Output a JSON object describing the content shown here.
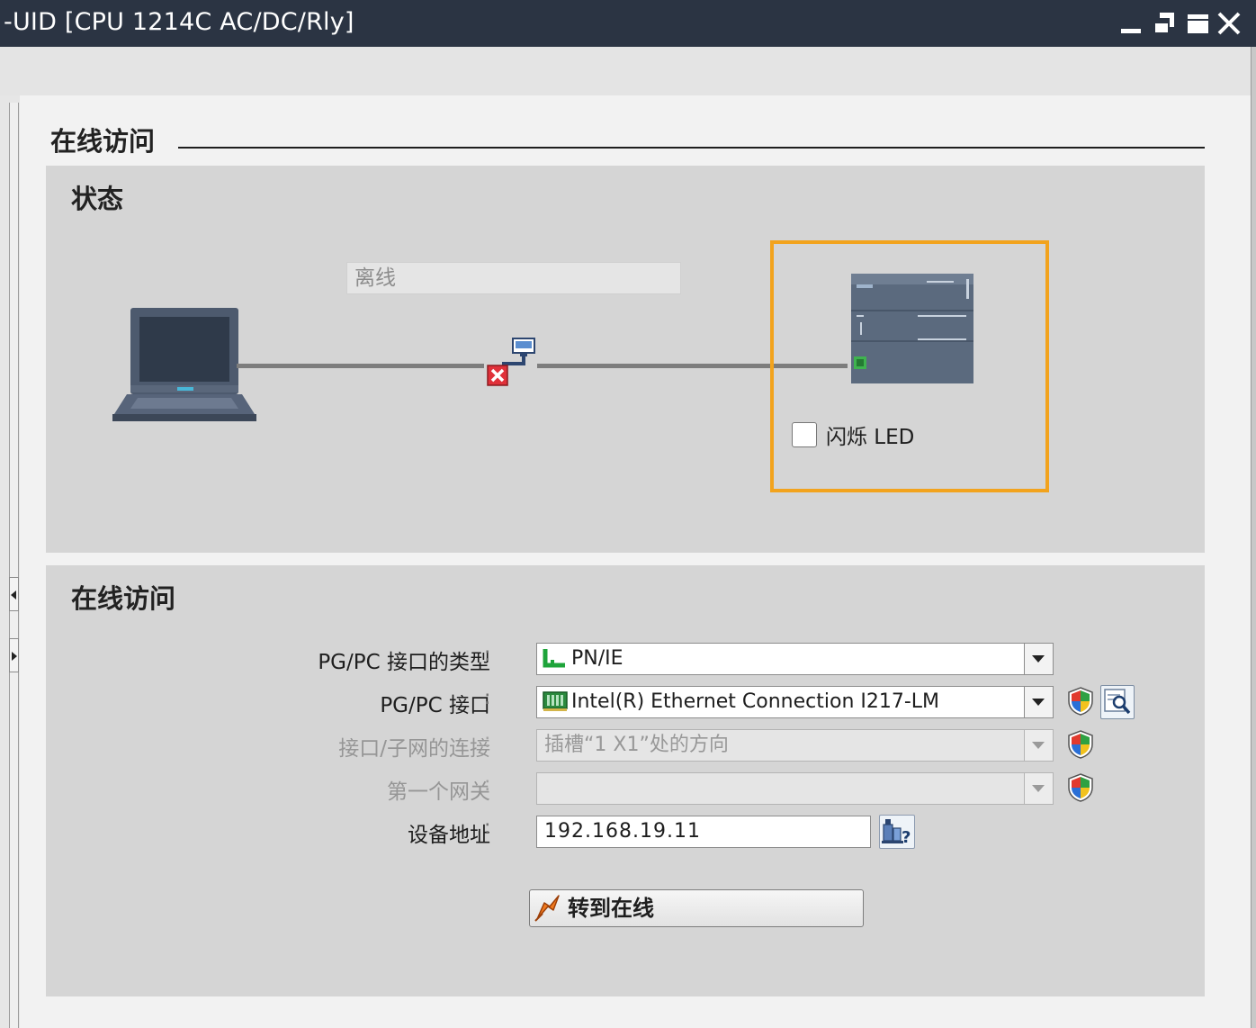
{
  "window": {
    "title": "-UID [CPU 1214C AC/DC/Rly]"
  },
  "section": {
    "title": "在线访问"
  },
  "status_panel": {
    "title": "状态",
    "connection_state": "离线",
    "flash_led": {
      "label": "闪烁 LED",
      "checked": false
    }
  },
  "access_panel": {
    "title": "在线访问",
    "fields": {
      "interface_type": {
        "label": "PG/PC 接口的类型",
        "value": "PN/IE",
        "enabled": true
      },
      "interface": {
        "label": "PG/PC 接口",
        "value": "Intel(R) Ethernet Connection I217-LM",
        "enabled": true
      },
      "subnet_connection": {
        "label": "接口/子网的连接",
        "value": "插槽“1 X1”处的方向",
        "enabled": false
      },
      "first_gateway": {
        "label": "第一个网关",
        "value": "",
        "enabled": false
      },
      "device_address": {
        "label": "设备地址",
        "value": "192.168.19.11"
      }
    },
    "colon": ":",
    "go_online_label": "转到在线"
  },
  "icons": {
    "window_minimize": "minimize-icon",
    "window_restore": "restore-icon",
    "window_maximize": "maximize-icon",
    "window_close": "close-icon",
    "pg_pc": "laptop-icon",
    "network_error": "network-disconnected-icon",
    "plc": "plc-cpu-icon",
    "pnie": "pn-ie-icon",
    "nic": "network-card-icon",
    "shield": "security-shield-icon",
    "search": "search-device-icon",
    "address_help": "network-address-help-icon",
    "go_online": "go-online-icon"
  },
  "colors": {
    "titlebar": "#2b3443",
    "selection_frame": "#f2a31d",
    "panel_background": "#d5d5d5"
  }
}
